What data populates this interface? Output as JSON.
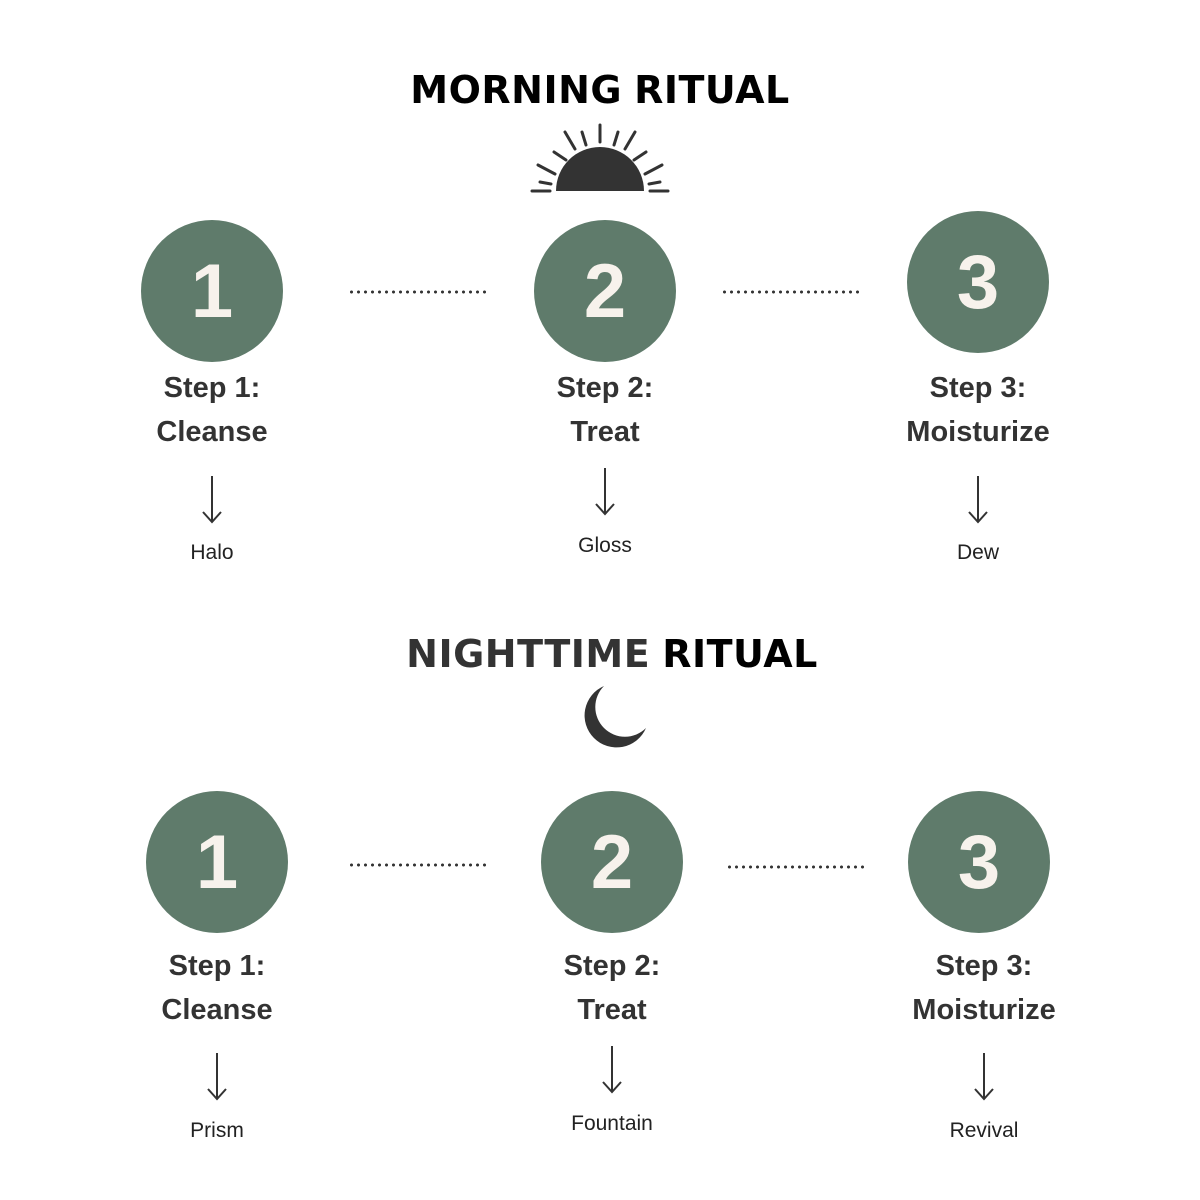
{
  "morning": {
    "title_word1": "MORNING",
    "title_word2": "RITUAL",
    "icon": "sunrise-icon",
    "steps": [
      {
        "number": "1",
        "label": "Step 1:",
        "action": "Cleanse",
        "product": "Halo"
      },
      {
        "number": "2",
        "label": "Step 2:",
        "action": "Treat",
        "product": "Gloss"
      },
      {
        "number": "3",
        "label": "Step 3:",
        "action": "Moisturize",
        "product": "Dew"
      }
    ]
  },
  "night": {
    "title_word1": "NIGHTTIME",
    "title_word2": "RITUAL",
    "icon": "crescent-moon-icon",
    "steps": [
      {
        "number": "1",
        "label": "Step 1:",
        "action": "Cleanse",
        "product": "Prism"
      },
      {
        "number": "2",
        "label": "Step 2:",
        "action": "Treat",
        "product": "Fountain"
      },
      {
        "number": "3",
        "label": "Step 3:",
        "action": "Moisturize",
        "product": "Revival"
      }
    ]
  },
  "colors": {
    "circle": "#5f7b6b",
    "numeral": "#f7f2ec",
    "text": "#333333"
  }
}
